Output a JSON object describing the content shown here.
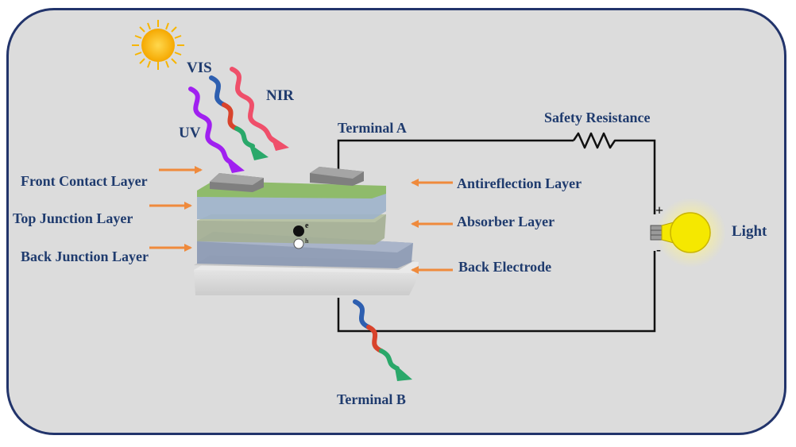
{
  "labels": {
    "vis": "VIS",
    "nir": "NIR",
    "uv": "UV",
    "terminal_a": "Terminal A",
    "terminal_b": "Terminal B",
    "safety_resistance": "Safety Resistance",
    "light": "Light",
    "front_contact_layer": "Front Contact Layer",
    "top_junction_layer": "Top Junction Layer",
    "back_junction_layer": "Back Junction Layer",
    "antireflection_layer": "Antireflection Layer",
    "absorber_layer": "Absorber Layer",
    "back_electrode": "Back Electrode",
    "plus": "+",
    "minus": "-",
    "electron": "e",
    "hole": "h"
  },
  "colors": {
    "frame_fill": "#dcdcdc",
    "frame_border": "#22346b",
    "label_text": "#1f3b6e",
    "arrow": "#ef8a3c",
    "uv_wave": "#a020f0",
    "nir_wave": "#ef4f6a",
    "sun": "#f7b500",
    "bulb": "#f5e800"
  }
}
